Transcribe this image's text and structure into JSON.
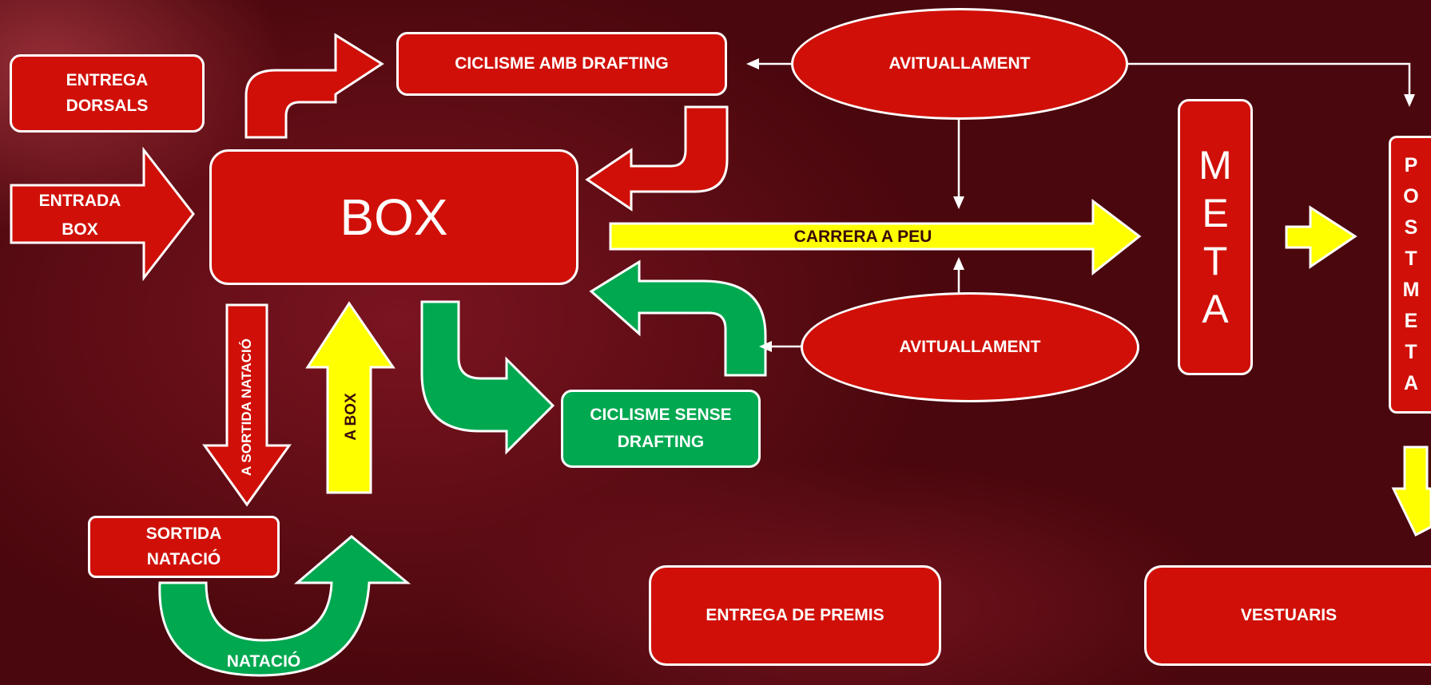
{
  "nodes": {
    "entrega_dorsals": "ENTREGA\nDORSALS",
    "entrada_box": "ENTRADA\nBOX",
    "box": "BOX",
    "ciclisme_amb_drafting": "CICLISME AMB DRAFTING",
    "avituallament_top": "AVITUALLAMENT",
    "avituallament_bottom": "AVITUALLAMENT",
    "carrera_a_peu": "CARRERA A PEU",
    "meta": [
      "M",
      "E",
      "T",
      "A"
    ],
    "postmeta": [
      "P",
      "O",
      "S",
      "T",
      "M",
      "E",
      "T",
      "A"
    ],
    "a_sortida_natacio": "A SORTIDA NATACIÓ",
    "a_box": "A BOX",
    "ciclisme_sense_drafting": "CICLISME SENSE\nDRAFTING",
    "sortida_natacio": "SORTIDA\nNATACIÓ",
    "natacio": "NATACIÓ",
    "entrega_de_premis": "ENTREGA DE PREMIS",
    "vestuaris": "VESTUARIS"
  },
  "colors": {
    "red": "#d01008",
    "green": "#00a850",
    "yellow": "#ffff00",
    "outline": "#ffffff",
    "background": "#5a0a12"
  }
}
